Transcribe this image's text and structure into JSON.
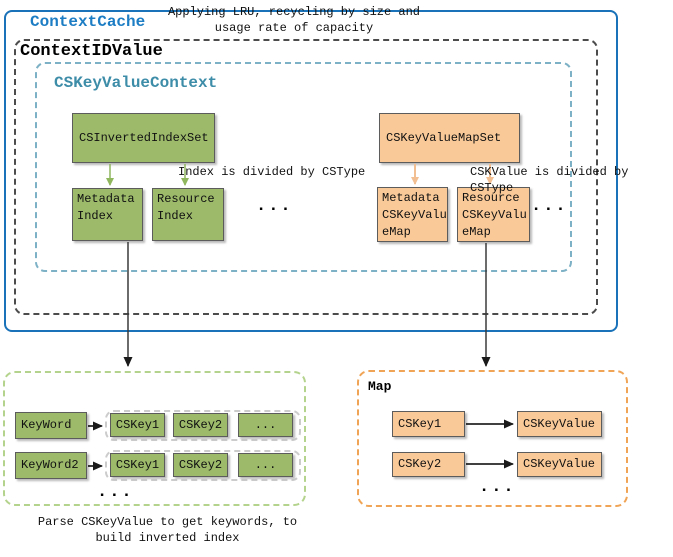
{
  "palette": {
    "outer_border_blue": "#1a72b8",
    "title_blue": "#1d7dc4",
    "title_teal": "#3d8ca8",
    "context_id_dash_gray": "#4c4c4c",
    "cskey_context_dash_teal": "#7db1c5",
    "index_green_fill": "#9cba6a",
    "map_orange_fill": "#f9c998",
    "inverted_panel_dash_green": "#b4d38c",
    "map_panel_dash_orange": "#f0a455",
    "arrow_green": "#90b65e",
    "arrow_orange": "#f2bf92",
    "arrow_black": "#3a3a3a"
  },
  "context_cache": {
    "title": "ContextCache",
    "note": "Applying LRU, recycling by size and\nusage rate of capacity"
  },
  "context_id_value": {
    "title": "ContextIDValue"
  },
  "cskey_value_context": {
    "title": "CSKeyValueContext",
    "index_cluster": {
      "parent": "CSInvertedIndexSet",
      "child1": "Metadata\nIndex",
      "child2": "Resource\nIndex",
      "ellipsis": "...",
      "note": "Index is divided by CSType"
    },
    "map_cluster": {
      "parent": "CSKeyValueMapSet",
      "child1": "Metadata\nCSKeyValu\neMap",
      "child2": "Resource\nCSKeyValu\neMap",
      "ellipsis": "...",
      "note": "CSKValue is divided by CSType"
    }
  },
  "inverted_index_panel": {
    "rows": [
      {
        "key": "KeyWord",
        "cells": [
          "CSKey1",
          "CSKey2",
          "..."
        ]
      },
      {
        "key": "KeyWord2",
        "cells": [
          "CSKey1",
          "CSKey2",
          "..."
        ]
      }
    ],
    "ellipsis": "...",
    "note": "Parse CSKeyValue to get keywords, to\nbuild inverted index"
  },
  "map_panel": {
    "title": "Map",
    "rows": [
      {
        "key": "CSKey1",
        "value": "CSKeyValue"
      },
      {
        "key": "CSKey2",
        "value": "CSKeyValue"
      }
    ],
    "ellipsis": "..."
  }
}
